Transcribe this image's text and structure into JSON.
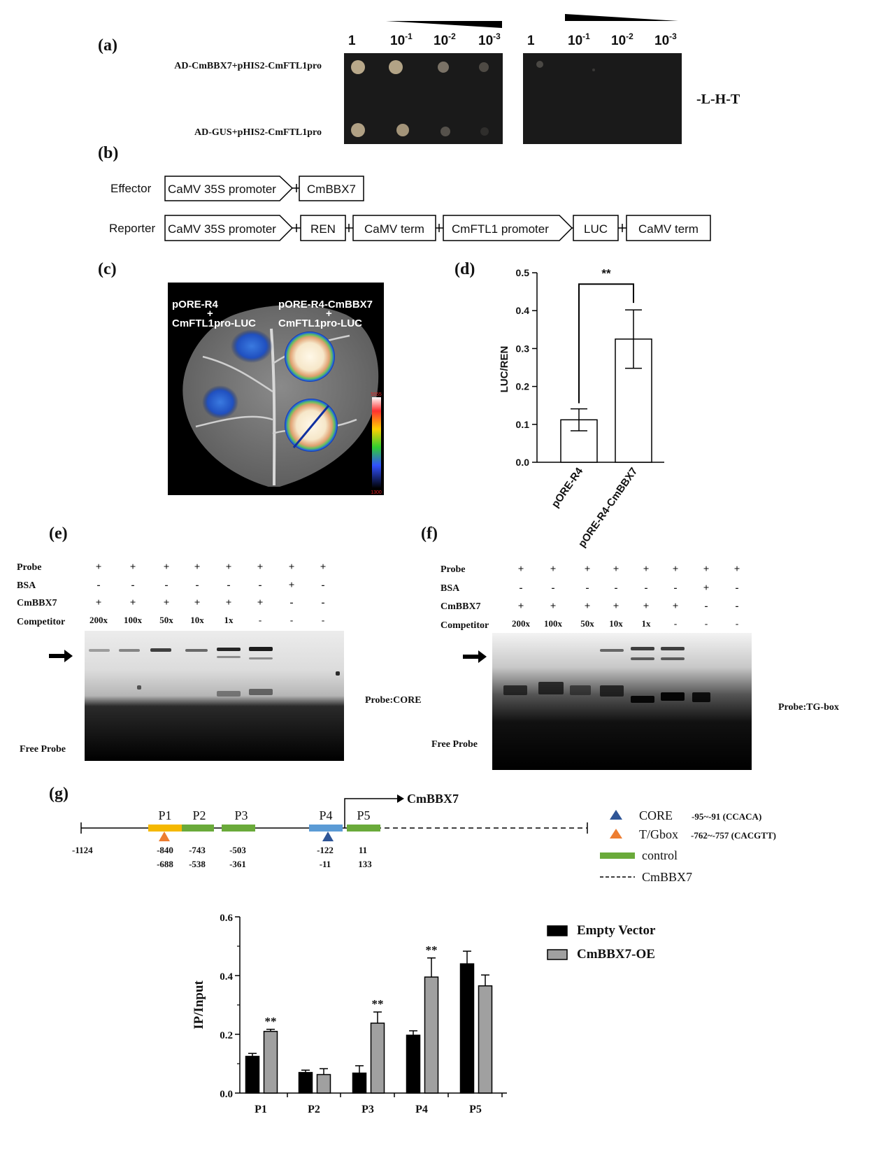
{
  "panel_labels": {
    "a": "(a)",
    "b": "(b)",
    "c": "(c)",
    "d": "(d)",
    "e": "(e)",
    "f": "(f)",
    "g": "(g)"
  },
  "panel_a": {
    "dilutions": [
      "1",
      "10-1",
      "10-2",
      "10-3"
    ],
    "dilution_exponents": [
      "",
      "-1",
      "-2",
      "-3"
    ],
    "rows": [
      "AD-CmBBX7+pHIS2-CmFTL1pro",
      "AD-GUS+pHIS2-CmFTL1pro"
    ],
    "medium": "-L-H-T"
  },
  "panel_b": {
    "effector_label": "Effector",
    "reporter_label": "Reporter",
    "effector_parts": [
      "CaMV 35S promoter",
      "CmBBX7"
    ],
    "reporter_parts": [
      "CaMV 35S promoter",
      "REN",
      "CaMV term",
      "CmFTL1 promoter",
      "LUC",
      "CaMV term"
    ]
  },
  "panel_c": {
    "left_top": "pORE-R4",
    "left_plus": "+",
    "left_bottom": "CmFTL1pro-LUC",
    "right_top": "pORE-R4-CmBBX7",
    "right_plus": "+",
    "right_bottom": "CmFTL1pro-LUC",
    "scale_max": "5555",
    "scale_min": "1300"
  },
  "chart_data": [
    {
      "type": "bar",
      "panel": "d",
      "categories": [
        "pORE-R4",
        "pORE-R4-CmBBX7"
      ],
      "values": [
        0.112,
        0.325
      ],
      "errors": [
        0.029,
        0.077
      ],
      "ylabel": "LUC/REN",
      "ylim": [
        0,
        0.5
      ],
      "yticks": [
        "0.0",
        "0.1",
        "0.2",
        "0.3",
        "0.4",
        "0.5"
      ],
      "significance": "**"
    },
    {
      "type": "bar",
      "panel": "g",
      "categories": [
        "P1",
        "P2",
        "P3",
        "P4",
        "P5"
      ],
      "series": [
        {
          "name": "Empty Vector",
          "values": [
            0.125,
            0.07,
            0.068,
            0.197,
            0.44
          ],
          "errors": [
            0.01,
            0.008,
            0.025,
            0.015,
            0.043
          ],
          "color": "#000000"
        },
        {
          "name": "CmBBX7-OE",
          "values": [
            0.21,
            0.063,
            0.238,
            0.395,
            0.365
          ],
          "errors": [
            0.007,
            0.02,
            0.038,
            0.065,
            0.037
          ],
          "color": "#a0a0a0"
        }
      ],
      "significance": [
        "**",
        "",
        "**",
        "**",
        ""
      ],
      "ylabel": "IP/Input",
      "ylim": [
        0,
        0.6
      ],
      "yticks": [
        "0.0",
        "0.2",
        "0.4",
        "0.6"
      ]
    }
  ],
  "emsa_e": {
    "row_labels": [
      "Probe",
      "BSA",
      "CmBBX7",
      "Competitor"
    ],
    "probe": [
      "+",
      "+",
      "+",
      "+",
      "+",
      "+",
      "+",
      "+"
    ],
    "bsa": [
      "-",
      "-",
      "-",
      "-",
      "-",
      "-",
      "+",
      "-"
    ],
    "cmbbx7": [
      "+",
      "+",
      "+",
      "+",
      "+",
      "+",
      "-",
      "-"
    ],
    "competitor": [
      "200x",
      "100x",
      "50x",
      "10x",
      "1x",
      "-",
      "-",
      "-"
    ],
    "probe_name": "Probe:CORE",
    "free_probe": "Free Probe"
  },
  "emsa_f": {
    "row_labels": [
      "Probe",
      "BSA",
      "CmBBX7",
      "Competitor"
    ],
    "probe": [
      "+",
      "+",
      "+",
      "+",
      "+",
      "+",
      "+",
      "+"
    ],
    "bsa": [
      "-",
      "-",
      "-",
      "-",
      "-",
      "-",
      "+",
      "-"
    ],
    "cmbbx7": [
      "+",
      "+",
      "+",
      "+",
      "+",
      "+",
      "-",
      "-"
    ],
    "competitor": [
      "200x",
      "100x",
      "50x",
      "10x",
      "1x",
      "-",
      "-",
      "-"
    ],
    "probe_name": "Probe:TG-box",
    "free_probe": "Free Probe"
  },
  "panel_g_map": {
    "gene": "CmBBX7",
    "start": "-1124",
    "regions": [
      {
        "name": "P1",
        "top": "-840",
        "bottom": "-688",
        "color": "#f5b800"
      },
      {
        "name": "P2",
        "top": "-743",
        "bottom": "-538",
        "color": "#6aaa3a"
      },
      {
        "name": "P3",
        "top": "-503",
        "bottom": "-361",
        "color": "#6aaa3a"
      },
      {
        "name": "P4",
        "top": "-122",
        "bottom": "-11",
        "color": "#5b9bd5"
      },
      {
        "name": "P5",
        "top": "11",
        "bottom": "133",
        "color": "#6aaa3a"
      }
    ],
    "legend": [
      {
        "label": "CORE",
        "detail": "-95~-91 (CCACA)",
        "color": "#2e5597"
      },
      {
        "label": "T/Gbox",
        "detail": "-762~-757 (CACGTT)",
        "color": "#ed7d31"
      },
      {
        "label": "control",
        "detail": "",
        "color": "#6aaa3a"
      },
      {
        "label": "CmBBX7",
        "detail": "",
        "color": "#000000"
      }
    ]
  }
}
